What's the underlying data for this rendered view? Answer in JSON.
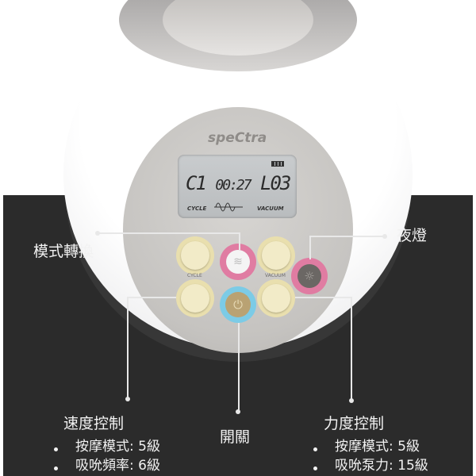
{
  "device": {
    "brand": "speCtra",
    "lcd": {
      "cycle_code": "C1",
      "timer": "00:27",
      "level": "L03",
      "label_left": "CYCLE",
      "label_right": "VACUUM"
    },
    "button_labels": {
      "cycle": "CYCLE",
      "vacuum": "VACUUM"
    }
  },
  "annotations": {
    "mode_switch": "模式轉換",
    "night_light": "夜燈",
    "power": "開關",
    "speed_control": {
      "title": "速度控制",
      "items": [
        "按摩模式: 5級",
        "吸吮頻率: 6級"
      ]
    },
    "strength_control": {
      "title": "力度控制",
      "items": [
        "按摩模式: 5級",
        "吸吮泵力: 15級"
      ]
    }
  },
  "colors": {
    "panel": "#2b2b2b",
    "mode_ring": "#e07ca2",
    "power_ring": "#7ccbe6",
    "cream": "#f2ebc8"
  }
}
